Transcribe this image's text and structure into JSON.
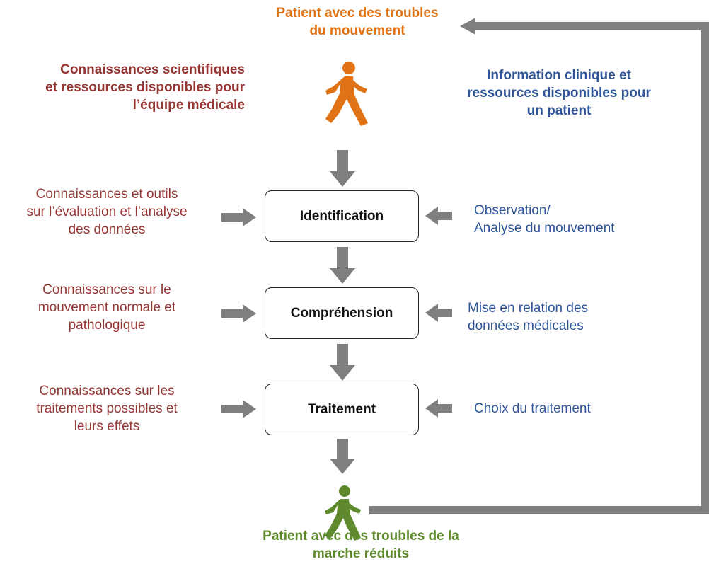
{
  "colors": {
    "orange": "#E07316",
    "dark_red": "#943634",
    "blue": "#2F5597",
    "green": "#5E8A2D",
    "arrow_gray": "#7f7f7f"
  },
  "top_patient": {
    "label": "Patient avec des troubles\ndu mouvement",
    "icon": "walking-person-icon"
  },
  "bottom_patient": {
    "label": "Patient avec des troubles de la\nmarche réduits",
    "icon": "walking-person-icon"
  },
  "left_column": {
    "heading": "Connaissances scientifiques\net ressources disponibles pour\nl’équipe médicale",
    "items": [
      "Connaissances et outils\nsur l’évaluation et l’analyse\ndes données",
      "Connaissances sur le\nmouvement normale et\npathologique",
      "Connaissances sur les\ntraitements possibles et\nleurs effets"
    ]
  },
  "right_column": {
    "heading": "Information clinique et\nressources disponibles pour\nun patient",
    "items": [
      "Observation/\nAnalyse du mouvement",
      "Mise en relation des\ndonnées médicales",
      "Choix du traitement"
    ]
  },
  "steps": [
    {
      "label": "Identification"
    },
    {
      "label": "Compréhension"
    },
    {
      "label": "Traitement"
    }
  ]
}
